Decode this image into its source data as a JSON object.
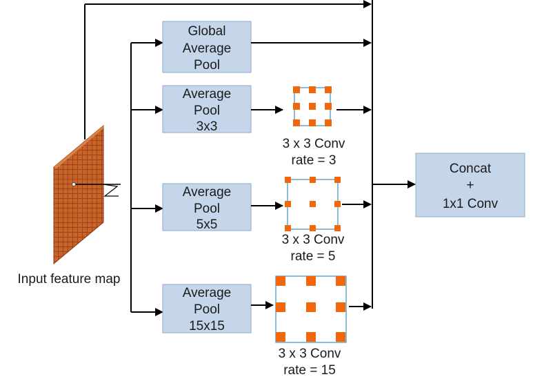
{
  "input": {
    "label": "Input feature map"
  },
  "branches": {
    "global_pool": [
      "Global",
      "Average",
      "Pool"
    ],
    "pool_3": [
      "Average",
      "Pool",
      "3x3"
    ],
    "pool_5": [
      "Average",
      "Pool",
      "5x5"
    ],
    "pool_15": [
      "Average",
      "Pool",
      "15x15"
    ]
  },
  "convs": {
    "conv_3": [
      "3 x 3 Conv",
      "rate = 3"
    ],
    "conv_5": [
      "3 x 3 Conv",
      "rate = 5"
    ],
    "conv_15": [
      "3 x 3 Conv",
      "rate = 15"
    ]
  },
  "output": {
    "lines": [
      "Concat",
      "+",
      "1x1 Conv"
    ]
  },
  "colors": {
    "box_fill": "#c5d6ea",
    "box_stroke": "#8fa9c8",
    "kernel_dot": "#f2660c",
    "kernel_frame": "#3c8fbf",
    "feature_map": "#c8642a",
    "line": "#000000"
  }
}
